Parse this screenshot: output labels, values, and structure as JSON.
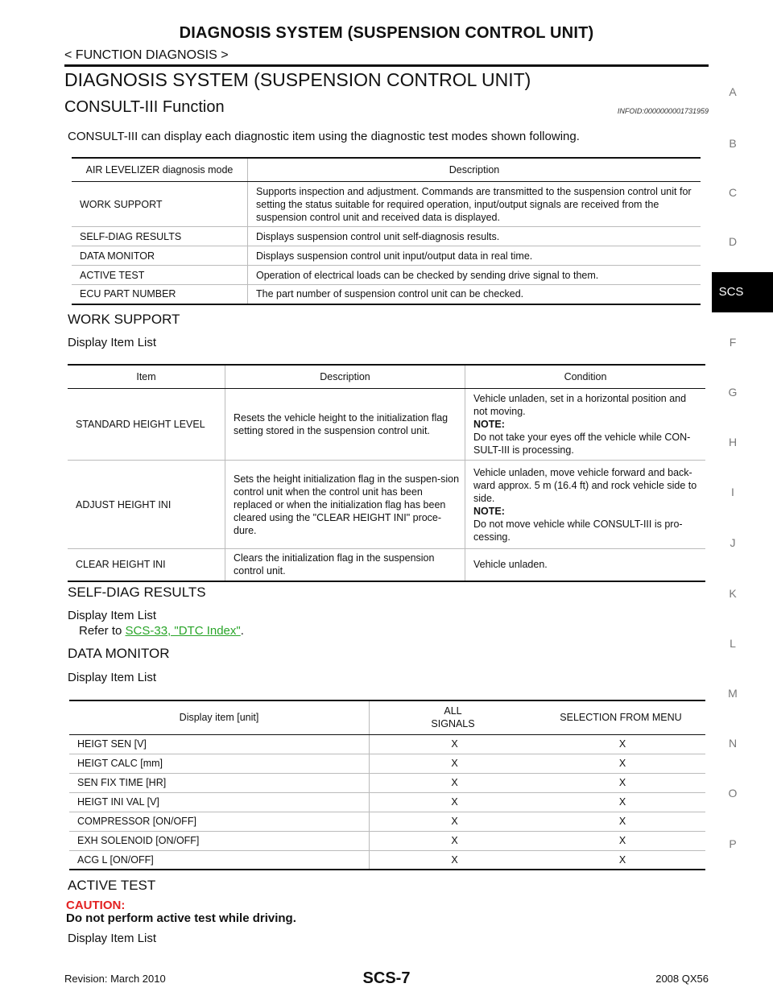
{
  "header": {
    "title": "DIAGNOSIS SYSTEM (SUSPENSION CONTROL UNIT)",
    "subtitle": "< FUNCTION DIAGNOSIS >"
  },
  "main_title": "DIAGNOSIS SYSTEM (SUSPENSION CONTROL UNIT)",
  "section": {
    "title": "CONSULT-III Function",
    "infoid": "INFOID:0000000001731959",
    "intro": "CONSULT-III can display each diagnostic item using the diagnostic test modes shown following."
  },
  "mode_table": {
    "headers": [
      "AIR LEVELIZER diagnosis mode",
      "Description"
    ],
    "rows": [
      [
        "WORK SUPPORT",
        "Supports inspection and adjustment. Commands are transmitted to the suspension control unit for setting the status suitable for required operation, input/output signals are received from the suspension control unit and received data is displayed."
      ],
      [
        "SELF-DIAG RESULTS",
        "Displays suspension control unit self-diagnosis results."
      ],
      [
        "DATA MONITOR",
        "Displays suspension control unit input/output data in real time."
      ],
      [
        "ACTIVE TEST",
        "Operation of electrical loads can be checked by sending drive signal to them."
      ],
      [
        "ECU PART NUMBER",
        "The part number of suspension control unit can be checked."
      ]
    ]
  },
  "work_support": {
    "heading": "WORK SUPPORT",
    "list_title": "Display Item List",
    "headers": [
      "Item",
      "Description",
      "Condition"
    ],
    "rows": [
      {
        "item": "STANDARD HEIGHT LEVEL",
        "description": "Resets the vehicle height to the initialization flag setting stored in the suspension control unit.",
        "condition": "Vehicle unladen, set in a horizontal position and not moving.",
        "note_label": "NOTE:",
        "note": "Do not take your eyes off the vehicle while CON-SULT-III is processing."
      },
      {
        "item": "ADJUST HEIGHT INI",
        "description": "Sets the height initialization flag in the suspen-sion control unit when the control unit has been replaced or when the initialization flag has been cleared using the \"CLEAR HEIGHT INI\" proce-dure.",
        "condition": "Vehicle unladen, move vehicle forward and back-ward approx. 5 m (16.4 ft) and rock vehicle side to side.",
        "note_label": "NOTE:",
        "note": "Do not move vehicle while CONSULT-III is pro-cessing."
      },
      {
        "item": "CLEAR HEIGHT INI",
        "description": "Clears the initialization flag in the suspension control unit.",
        "condition": "Vehicle unladen.",
        "note_label": "",
        "note": ""
      }
    ]
  },
  "self_diag": {
    "heading": "SELF-DIAG RESULTS",
    "list_title": "Display Item List",
    "refer_prefix": "Refer to ",
    "refer_link": "SCS-33, \"DTC Index\"",
    "refer_suffix": "."
  },
  "data_monitor": {
    "heading": "DATA MONITOR",
    "list_title": "Display Item List",
    "headers": [
      "Display item [unit]",
      "ALL\nSIGNALS",
      "SELECTION FROM MENU"
    ],
    "rows": [
      [
        "HEIGT SEN [V]",
        "X",
        "X"
      ],
      [
        "HEIGT CALC [mm]",
        "X",
        "X"
      ],
      [
        "SEN FIX TIME [HR]",
        "X",
        "X"
      ],
      [
        "HEIGT INI VAL [V]",
        "X",
        "X"
      ],
      [
        "COMPRESSOR [ON/OFF]",
        "X",
        "X"
      ],
      [
        "EXH SOLENOID [ON/OFF]",
        "X",
        "X"
      ],
      [
        "ACG L [ON/OFF]",
        "X",
        "X"
      ]
    ]
  },
  "active_test": {
    "heading": "ACTIVE TEST",
    "caution_label": "CAUTION:",
    "caution_text": "Do not perform active test while driving.",
    "list_title": "Display Item List"
  },
  "side_tabs": [
    "A",
    "B",
    "C",
    "D",
    "SCS",
    "F",
    "G",
    "H",
    "I",
    "J",
    "K",
    "L",
    "M",
    "N",
    "O",
    "P"
  ],
  "active_tab": "SCS",
  "footer": {
    "revision": "Revision: March 2010",
    "page": "SCS-7",
    "model": "2008 QX56"
  }
}
